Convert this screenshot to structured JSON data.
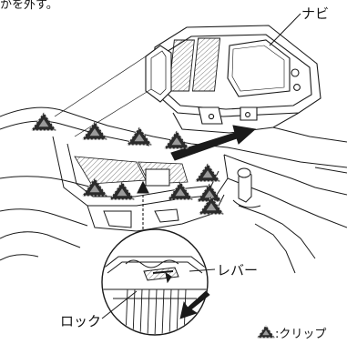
{
  "header_fragment": "かを外す。",
  "labels": {
    "navi": "ナビ",
    "lever": "レバー",
    "lock": "ロック"
  },
  "legend": {
    "text": ":クリップ",
    "icon": "clip-triangle-icon"
  },
  "colors": {
    "line": "#1a1a1a",
    "clip_dark": "#2b2b2b",
    "clip_light": "#9a9a9a",
    "arrow": "#1a1a1a"
  },
  "clip_count": 10
}
